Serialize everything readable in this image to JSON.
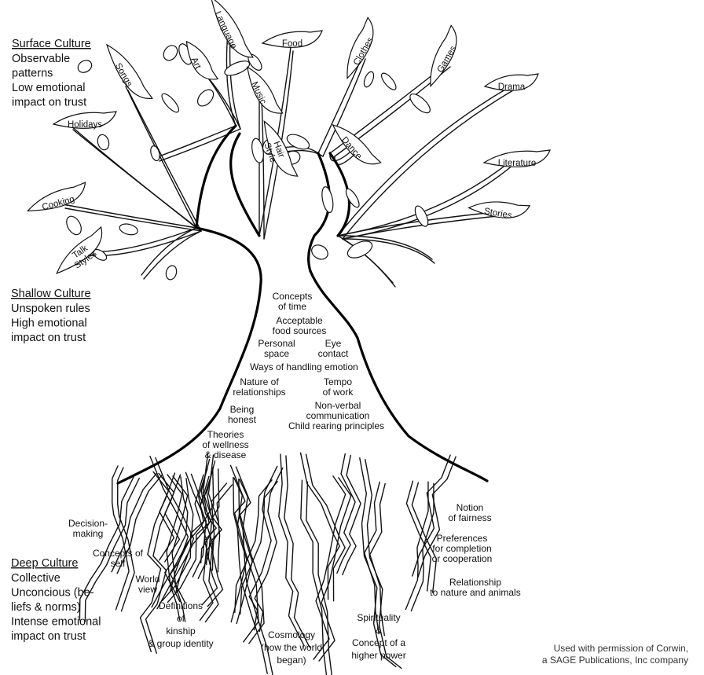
{
  "sections": {
    "surface": {
      "title": "Surface Culture",
      "lines": [
        "Observable",
        "patterns",
        "Low emotional",
        "impact on trust"
      ]
    },
    "shallow": {
      "title": "Shallow Culture",
      "lines": [
        "Unspoken rules",
        "High emotional",
        "impact on trust"
      ]
    },
    "deep": {
      "title": "Deep Culture",
      "lines": [
        "Collective",
        "Unconcious (be-",
        "liefs & norms)",
        "Intense emotional",
        "impact on trust"
      ]
    }
  },
  "leaves": [
    "Songs",
    "Art",
    "Language",
    "Food",
    "Music",
    "Clothes",
    "Games",
    "Drama",
    "Holidays",
    "Hair Style",
    "Dance",
    "Literature",
    "Stories",
    "Cooking",
    "Talk Styles"
  ],
  "trunk_labels": [
    [
      "Concepts",
      "of time"
    ],
    [
      "Acceptable",
      "food sources"
    ],
    [
      "Personal",
      "space"
    ],
    [
      "Eye",
      "contact"
    ],
    [
      "Ways of handling emotion"
    ],
    [
      "Nature of",
      "relationships"
    ],
    [
      "Tempo",
      "of work"
    ],
    [
      "Being",
      "honest"
    ],
    [
      "Non-verbal",
      "communication"
    ],
    [
      "Child rearing principles"
    ],
    [
      "Theories",
      "of wellness",
      "& disease"
    ]
  ],
  "root_labels": [
    [
      "Decision-",
      "making"
    ],
    [
      "Concepts of",
      "self"
    ],
    [
      "World",
      "view"
    ],
    [
      "Definitions",
      "of",
      "kinship",
      "& group identity"
    ],
    [
      "Cosmology",
      "(how the world",
      "began)"
    ],
    [
      "Spirituality",
      "&",
      "Concept of a",
      "higher power"
    ],
    [
      "Notion",
      "of fairness"
    ],
    [
      "Preferences",
      "for completion",
      "or cooperation"
    ],
    [
      "Relationship",
      "to nature and animals"
    ]
  ],
  "credit": [
    "Used with permission of Corwin,",
    "a SAGE Publications, Inc company"
  ]
}
